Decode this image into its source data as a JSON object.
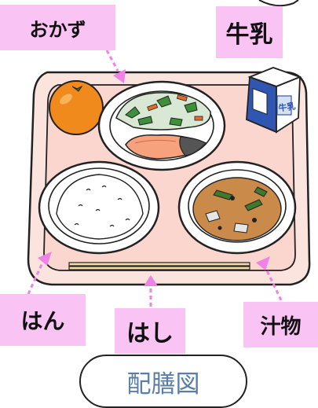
{
  "labels": {
    "okazu": "おかず",
    "milk": "牛乳",
    "gohan": "はん",
    "hashi": "はし",
    "shirumono": "汁物"
  },
  "carton_text": "牛乳",
  "footer_title": "配膳図",
  "colors": {
    "label_bg": "#f9c3f4",
    "arrow": "#ee82e6",
    "tray": "#fbe4dd",
    "orange": "#f08a1c",
    "milk_carton_blue": "#2f56b0",
    "footer_text": "#5b7ea9"
  },
  "icons": [
    "orange-icon",
    "milk-carton-icon",
    "side-dish-plate-icon",
    "rice-bowl-icon",
    "miso-soup-bowl-icon",
    "chopsticks-icon"
  ]
}
